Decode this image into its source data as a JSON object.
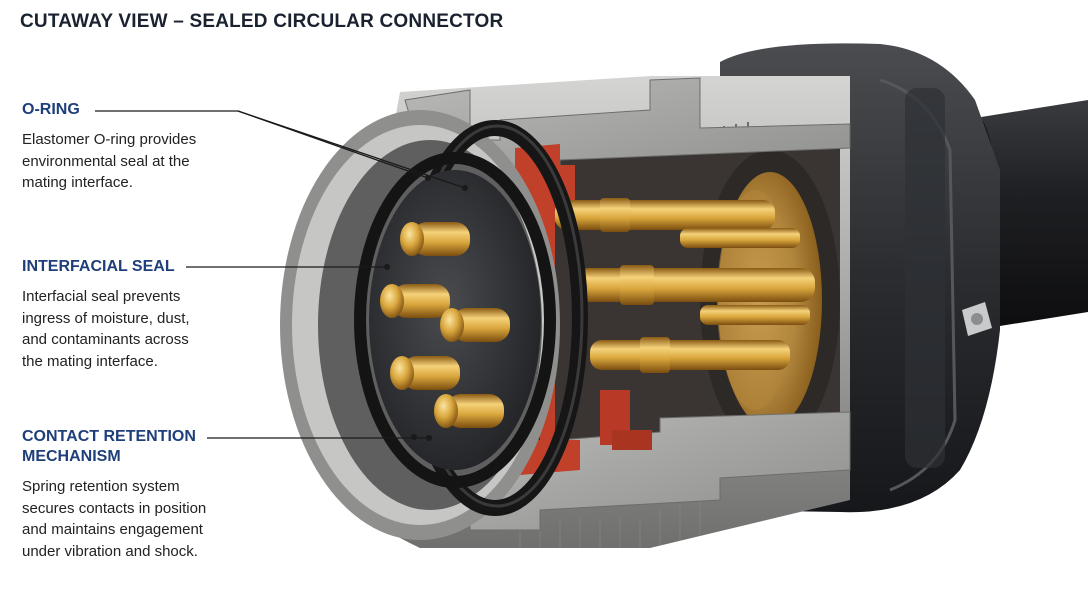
{
  "title": "CUTAWAY VIEW – SEALED CIRCULAR CONNECTOR",
  "callouts": [
    {
      "heading": "O-RING",
      "description": "Elastomer O-ring provides environmental seal at the mating interface."
    },
    {
      "heading": "INTERFACIAL SEAL",
      "description": "Interfacial seal prevents ingress of moisture, dust, and contaminants across the mating interface."
    },
    {
      "heading": "CONTACT RETENTION MECHANISM",
      "description": "Spring retention system secures contacts in position and maintains engagement under vibration and shock."
    }
  ],
  "colors": {
    "heading": "#1f3f7a",
    "body_text": "#222222",
    "steel": "#a7a8a6",
    "red_insulator": "#c0402a",
    "gold_contacts": "#d9a63c",
    "black_housing": "#222427"
  }
}
